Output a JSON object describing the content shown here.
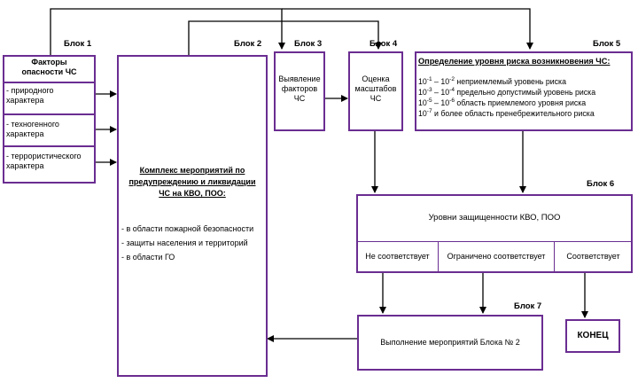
{
  "blocks": {
    "b1": {
      "label": "Блок 1",
      "title_line1": "Факторы",
      "title_line2": "опасности ЧС",
      "items": [
        [
          "- природного",
          "характера"
        ],
        [
          "- техногенного",
          "характера"
        ],
        [
          "- террористического",
          "характера"
        ]
      ]
    },
    "b2": {
      "label": "Блок 2",
      "title": [
        "Комплекс мероприятий по",
        "предупреждению и ликвидации",
        "ЧС на КВО, ПОО:"
      ],
      "items": [
        "- в области пожарной безопасности",
        "- защиты населения и территорий",
        "- в области ГО"
      ]
    },
    "b3": {
      "label": "Блок 3",
      "text": [
        "Выявление",
        "факторов",
        "ЧС"
      ]
    },
    "b4": {
      "label": "Блок 4",
      "text": [
        "Оценка",
        "масштабов",
        "ЧС"
      ]
    },
    "b5": {
      "label": "Блок 5",
      "title": "Определение уровня риска возникновения ЧС:",
      "rows": [
        {
          "a": "10",
          "ae": "-1",
          "sep": " – 10",
          "be": "-2",
          "text": " неприемлемый уровень риска"
        },
        {
          "a": "10",
          "ae": "-3",
          "sep": " – 10",
          "be": "-4",
          "text": " предельно допустимый уровень риска"
        },
        {
          "a": "10",
          "ae": "-5",
          "sep": " – 10",
          "be": "-6",
          "text": " область приемлемого уровня риска"
        },
        {
          "a": "10",
          "ae": "-7",
          "sep": "",
          "be": "",
          "text": " и более область пренебрежительного риска"
        }
      ]
    },
    "b6": {
      "label": "Блок 6",
      "title": "Уровни защищенности КВО, ПОО",
      "options": [
        "Не соответствует",
        "Ограничено соответствует",
        "Соответствует"
      ]
    },
    "b7": {
      "label": "Блок 7",
      "text": "Выполнение мероприятий Блока № 2"
    },
    "end": {
      "text": "КОНЕЦ"
    }
  }
}
